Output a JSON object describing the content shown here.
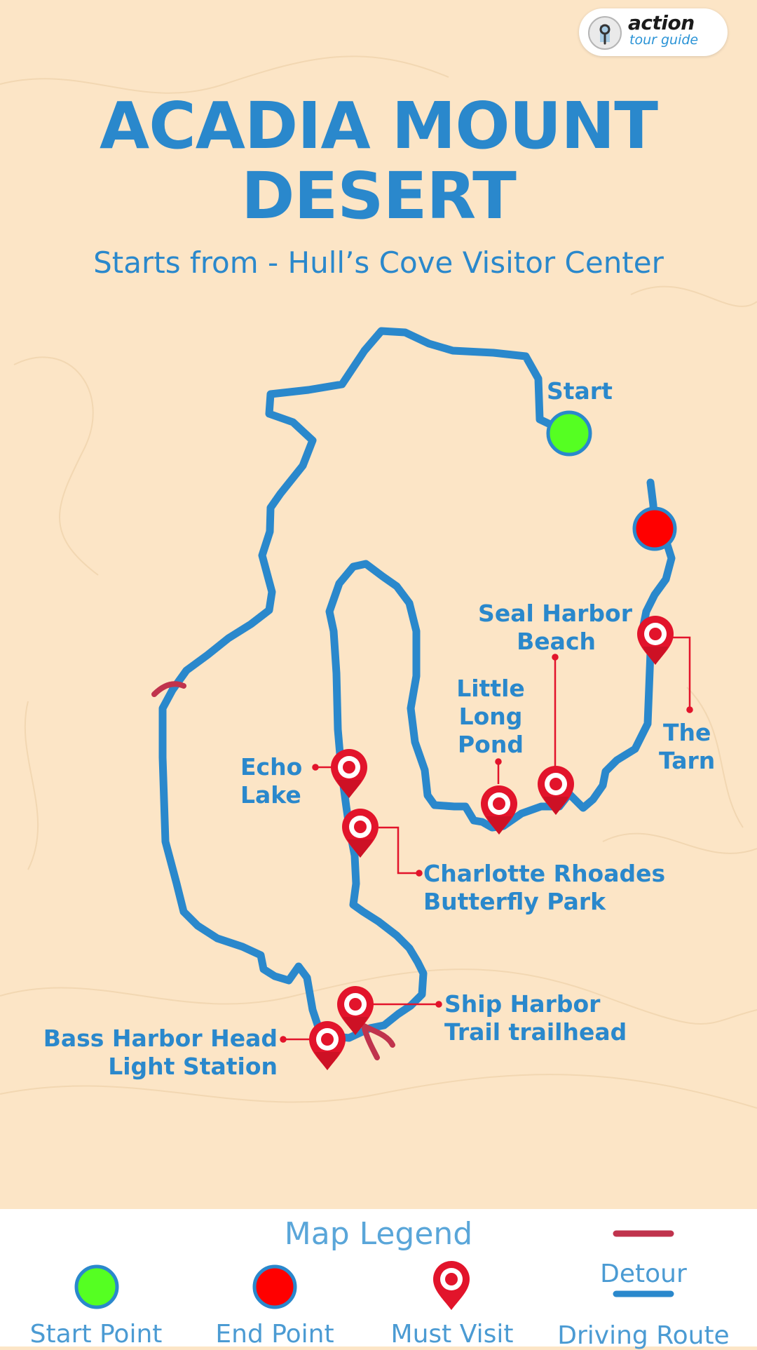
{
  "brand": {
    "name_line1": "action",
    "name_line2": "tour guide"
  },
  "title": {
    "line1": "ACADIA MOUNT",
    "line2": "DESERT"
  },
  "subtitle": "Starts from - Hull’s Cove Visitor Center",
  "colors": {
    "background": "#fce5c6",
    "route": "#2a88cc",
    "detour": "#c0334d",
    "start": "#55ff22",
    "end": "#ff0000",
    "pin": "#e2142b"
  },
  "map": {
    "start_label": "Start",
    "pins": [
      {
        "id": "seal-harbor-beach",
        "lines": [
          "Seal Harbor",
          "Beach"
        ]
      },
      {
        "id": "the-tarn",
        "lines": [
          "The",
          "Tarn"
        ]
      },
      {
        "id": "little-long-pond",
        "lines": [
          "Little",
          "Long",
          "Pond"
        ]
      },
      {
        "id": "echo-lake",
        "lines": [
          "Echo",
          "Lake"
        ]
      },
      {
        "id": "charlotte-rhoades",
        "lines": [
          "Charlotte Rhoades",
          "Butterfly Park"
        ]
      },
      {
        "id": "ship-harbor",
        "lines": [
          "Ship Harbor",
          "Trail trailhead"
        ]
      },
      {
        "id": "bass-harbor",
        "lines": [
          "Bass Harbor Head",
          "Light Station"
        ]
      }
    ]
  },
  "legend": {
    "title": "Map Legend",
    "start_point": "Start Point",
    "end_point": "End Point",
    "must_visit": "Must Visit",
    "detour": "Detour",
    "driving_route": "Driving Route"
  }
}
